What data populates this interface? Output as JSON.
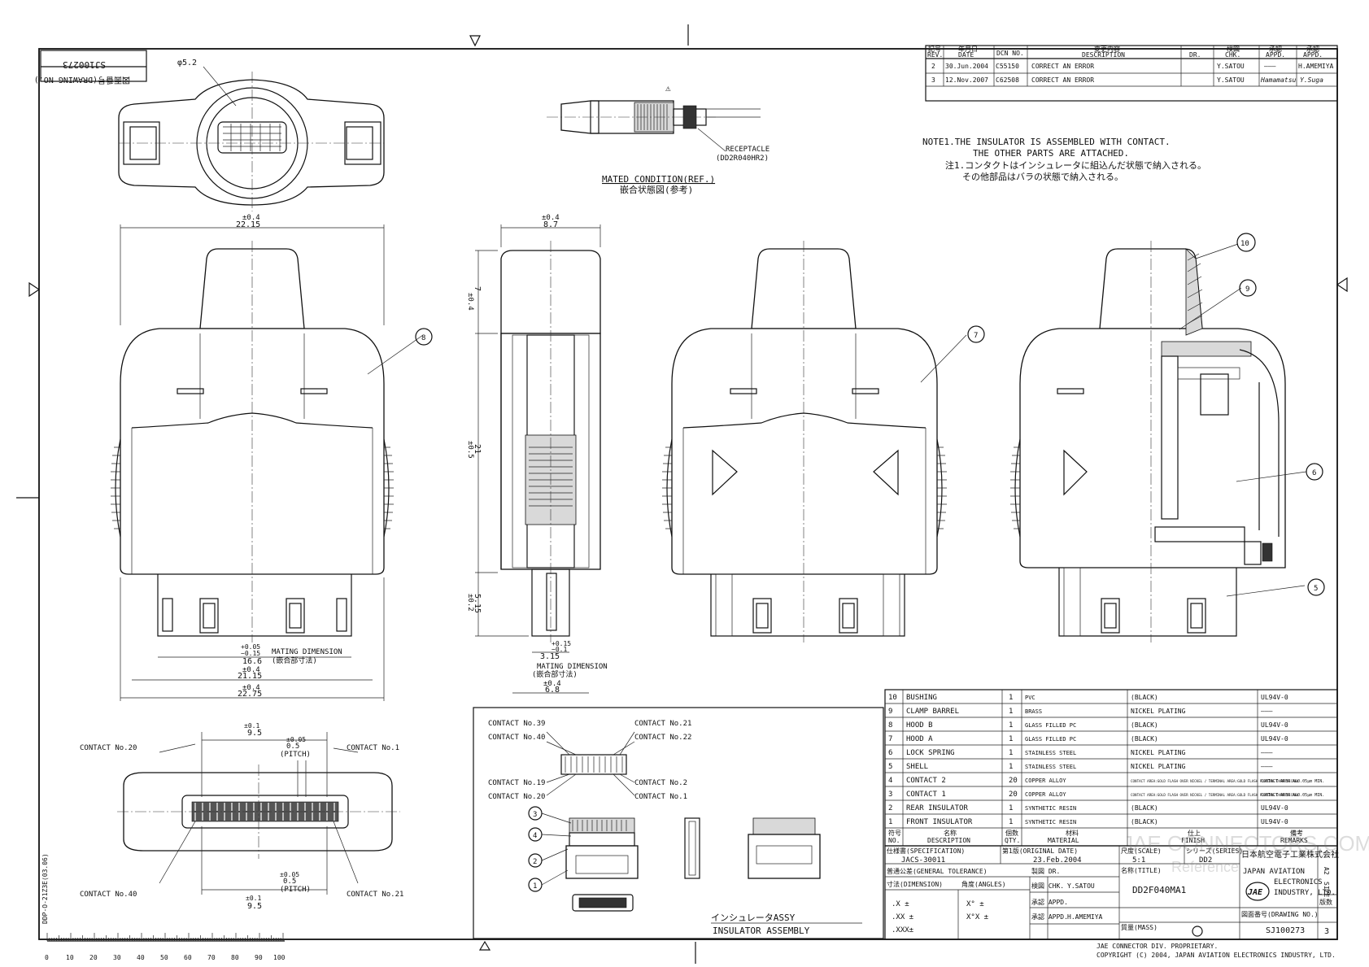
{
  "drawing_no_stamp": "SJ100273",
  "drawing_no_stamp_label": "図面番号(DRAWING NO.)",
  "top_phi": "φ5.2",
  "mated": {
    "warn": "⚠",
    "receptacle_label": "RECEPTACLE",
    "receptacle_part": "(DD2R040HR2)",
    "title_en": "MATED CONDITION(REF.)",
    "title_ja": "嵌合状態図(参考)"
  },
  "revisions": {
    "headers": [
      {
        "ja": "記号",
        "en": "REV."
      },
      {
        "ja": "年月日",
        "en": "DATE"
      },
      {
        "ja": "",
        "en": "DCN NO."
      },
      {
        "ja": "変更内容",
        "en": "DESCRIPTION"
      },
      {
        "ja": "製図",
        "en": "DR."
      },
      {
        "ja": "検図",
        "en": "CHK."
      },
      {
        "ja": "承認",
        "en": "APPD."
      },
      {
        "ja": "承認",
        "en": "APPD."
      }
    ],
    "rows": [
      {
        "rev": "2",
        "date": "30.Jun.2004",
        "dcn": "C55150",
        "desc": "CORRECT AN ERROR",
        "chk": "Y.SATOU",
        "appd1": "———",
        "appd2": "H.AMEMIYA"
      },
      {
        "rev": "3",
        "date": "12.Nov.2007",
        "dcn": "C62508",
        "desc": "CORRECT AN ERROR",
        "chk": "Y.SATOU",
        "appd1": "Hamamatsu",
        "appd2": "Y.Suga"
      }
    ]
  },
  "notes": [
    "NOTE1.THE INSULATOR IS ASSEMBLED WITH CONTACT.",
    "THE OTHER PARTS ARE ATTACHED.",
    "注1.コンタクトはインシュレータに組込んだ状態で納入される。",
    "その他部品はバラの状態で納入される。"
  ],
  "dims": {
    "d1_tol": "±0.4",
    "d1": "22.15",
    "d2_tol": "±0.4",
    "d2": "8.7",
    "d3_tol": "±0.4",
    "d3": "7",
    "d4_tol": "±0.5",
    "d4": "21",
    "d5_tol": "±0.2",
    "d5": "5.15",
    "mating1_tol_a": "+0.05",
    "mating1_tol_b": "−0.15",
    "mating1": "16.6",
    "mating1_label": "MATING DIMENSION",
    "mating1_ja": "(嵌合部寸法)",
    "d6_tol": "±0.4",
    "d6": "21.15",
    "d7_tol": "±0.4",
    "d7": "22.75",
    "mating2_tol_a": "+0.15",
    "mating2_tol_b": "−0.1",
    "mating2": "3.15",
    "mating2_label": "MATING DIMENSION",
    "mating2_ja": "(嵌合部寸法)",
    "d8_tol": "±0.4",
    "d8": "6.8",
    "pitch_tol": "±0.1",
    "pitch_tot": "9.5",
    "pitch_tol2": "±0.05",
    "pitch_val": "0.5",
    "pitch_lbl": "(PITCH)",
    "pitch_tol_b": "±0.1",
    "pitch_tot_b": "9.5",
    "pitch_tol2_b": "±0.05",
    "pitch_val_b": "0.5",
    "pitch_lbl_b": "(PITCH)"
  },
  "contacts": {
    "c20": "CONTACT No.20",
    "c1": "CONTACT No.1",
    "c40": "CONTACT No.40",
    "c21": "CONTACT No.21",
    "c39": "CONTACT No.39",
    "c40b": "CONTACT No.40",
    "c21b": "CONTACT No.21",
    "c22": "CONTACT No.22",
    "c19": "CONTACT No.19",
    "c20b": "CONTACT No.20",
    "c2": "CONTACT No.2",
    "c1b": "CONTACT No.1"
  },
  "assy": {
    "title_ja": "インシュレータASSY",
    "title_en": "INSULATOR ASSEMBLY"
  },
  "balloons": [
    "8",
    "7",
    "10",
    "9",
    "6",
    "5",
    "3",
    "4",
    "2",
    "1"
  ],
  "bom": {
    "rows": [
      {
        "no": "10",
        "desc": "BUSHING",
        "qty": "1",
        "mat": "PVC",
        "fin": "(BLACK)",
        "rem": "UL94V-0"
      },
      {
        "no": "9",
        "desc": "CLAMP BARREL",
        "qty": "1",
        "mat": "BRASS",
        "fin": "NICKEL PLATING",
        "rem": "———"
      },
      {
        "no": "8",
        "desc": "HOOD B",
        "qty": "1",
        "mat": "GLASS FILLED PC",
        "fin": "(BLACK)",
        "rem": "UL94V-0"
      },
      {
        "no": "7",
        "desc": "HOOD A",
        "qty": "1",
        "mat": "GLASS FILLED PC",
        "fin": "(BLACK)",
        "rem": "UL94V-0"
      },
      {
        "no": "6",
        "desc": "LOCK SPRING",
        "qty": "1",
        "mat": "STAINLESS STEEL",
        "fin": "NICKEL PLATING",
        "rem": "———"
      },
      {
        "no": "5",
        "desc": "SHELL",
        "qty": "1",
        "mat": "STAINLESS STEEL",
        "fin": "NICKEL PLATING",
        "rem": "———"
      },
      {
        "no": "4",
        "desc": "CONTACT 2",
        "qty": "20",
        "mat": "COPPER ALLOY",
        "fin": "CONTACT AREA:GOLD FLASH OVER NICKEL / TERMINAL AREA:GOLD FLASH PLATING OVER NICKEL",
        "rem": "CONTACT AREA Au0.05μm MIN."
      },
      {
        "no": "3",
        "desc": "CONTACT 1",
        "qty": "20",
        "mat": "COPPER ALLOY",
        "fin": "CONTACT AREA:GOLD FLASH OVER NICKEL / TERMINAL AREA:GOLD FLASH PLATING OVER NICKEL",
        "rem": "CONTACT AREA Au0.05μm MIN."
      },
      {
        "no": "2",
        "desc": "REAR INSULATOR",
        "qty": "1",
        "mat": "SYNTHETIC RESIN",
        "fin": "(BLACK)",
        "rem": "UL94V-0"
      },
      {
        "no": "1",
        "desc": "FRONT INSULATOR",
        "qty": "1",
        "mat": "SYNTHETIC RESIN",
        "fin": "(BLACK)",
        "rem": "UL94V-0"
      }
    ],
    "footer": {
      "no_ja": "符号",
      "no": "NO.",
      "desc_ja": "名称",
      "desc": "DESCRIPTION",
      "qty_ja": "個数",
      "qty": "QTY.",
      "mat_ja": "材料",
      "mat": "MATERIAL",
      "fin_ja": "仕上",
      "fin": "FINISH",
      "rem_ja": "備考",
      "rem": "REMARKS"
    }
  },
  "title_block": {
    "spec_label": "仕様書(SPECIFICATION)",
    "spec": "JACS-30011",
    "orig_label": "第1版(ORIGINAL DATE)",
    "orig": "23.Feb.2004",
    "scale_label": "尺度(SCALE)",
    "scale": "5:1",
    "series_label": "シリーズ(SERIES)",
    "series": "DD2",
    "company_ja": "日本航空電子工業株式会社",
    "company_en1": "JAPAN AVIATION",
    "company_en2": "ELECTRONICS",
    "company_en3": "INDUSTRY, LTD.",
    "logo": "JAE",
    "tol_label": "普通公差(GENERAL TOLERANCE)",
    "dim_label": "寸法(DIMENSION)",
    "ang_label": "角度(ANGLES)",
    "tol_rows": [
      ".X  ±",
      ".XX ±",
      ".XXX±"
    ],
    "ang_rows": [
      "X°  ±",
      "X°X ±"
    ],
    "dr": "製図 DR.",
    "chk": "検図 CHK.",
    "chk_name": "Y.SATOU",
    "appd": "承認 APPD.",
    "appd2": "承認 APPD.",
    "appd_name": "H.AMEMIYA",
    "title_label": "名称(TITLE)",
    "title": "DD2F040MA1",
    "mass_label": "質量(MASS)",
    "drawing_label": "図面番号(DRAWING NO.)",
    "drawing": "SJ100273",
    "size_label": "SIZE",
    "size": "A2",
    "rev_label": "版数",
    "rev": "3"
  },
  "watermark1": "JAE CONNECTORS.COM",
  "watermark2": "Reference",
  "footer1": "JAE CONNECTOR DIV. PROPRIETARY.",
  "footer2": "COPYRIGHT (C) 2004, JAPAN AVIATION ELECTRONICS INDUSTRY, LTD.",
  "side_code": "DDP-O-21Z3E(03.06)",
  "ruler": [
    "0",
    "10",
    "20",
    "30",
    "40",
    "50",
    "60",
    "70",
    "80",
    "90",
    "100"
  ]
}
